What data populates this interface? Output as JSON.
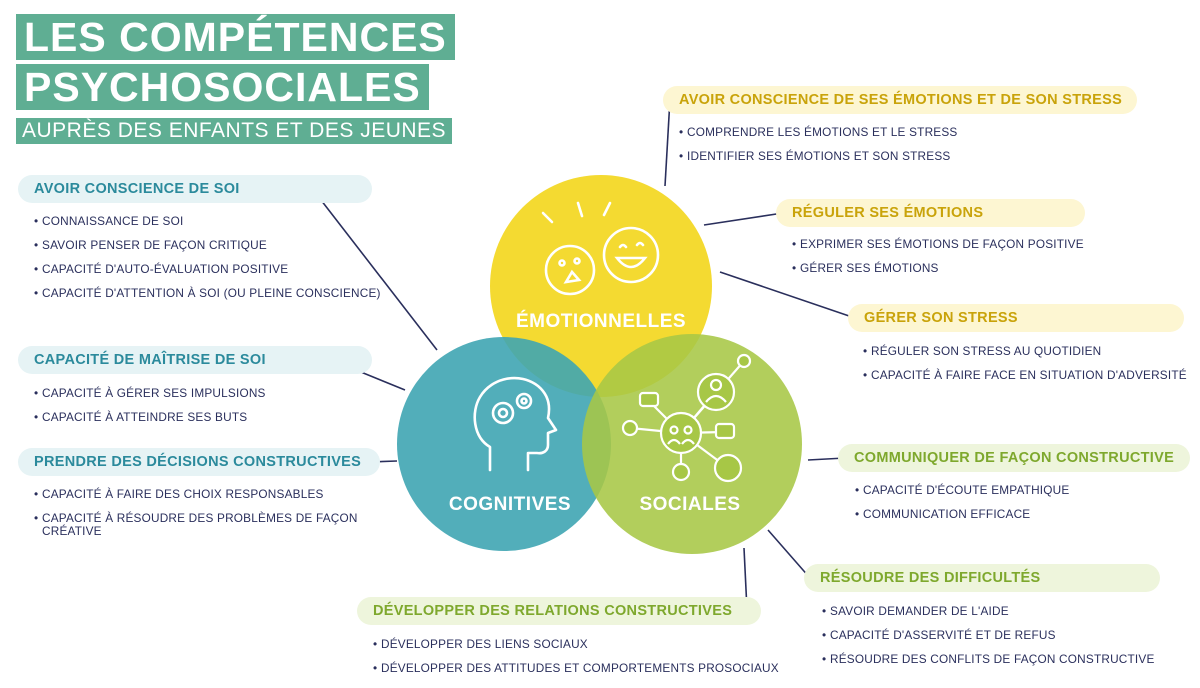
{
  "title": {
    "line1": "LES COMPÉTENCES",
    "line2": "PSYCHOSOCIALES",
    "subtitle": "AUPRÈS DES ENFANTS ET DES JEUNES"
  },
  "circles": {
    "emotional": "ÉMOTIONNELLES",
    "cognitive": "COGNITIVES",
    "social": "SOCIALES"
  },
  "colors": {
    "title_bg": "#5fae93",
    "emotional": "#f3d71f",
    "cognitive": "#3fa5b2",
    "social": "#a7c746",
    "navy_text": "#2a2f5c"
  },
  "groups": {
    "soi": {
      "title": "AVOIR CONSCIENCE DE SOI",
      "items": [
        "CONNAISSANCE DE SOI",
        "SAVOIR PENSER DE FAÇON CRITIQUE",
        "CAPACITÉ D'AUTO-ÉVALUATION POSITIVE",
        "CAPACITÉ D'ATTENTION À SOI (OU PLEINE CONSCIENCE)"
      ]
    },
    "maitrise": {
      "title": "CAPACITÉ DE MAÎTRISE DE SOI",
      "items": [
        "CAPACITÉ À GÉRER SES IMPULSIONS",
        "CAPACITÉ À ATTEINDRE SES BUTS"
      ]
    },
    "decisions": {
      "title": "PRENDRE DES DÉCISIONS CONSTRUCTIVES",
      "items": [
        "CAPACITÉ À FAIRE DES CHOIX RESPONSABLES",
        "CAPACITÉ À RÉSOUDRE DES PROBLÈMES DE FAÇON CRÉATIVE"
      ]
    },
    "emotions_conscience": {
      "title": "AVOIR CONSCIENCE DE SES ÉMOTIONS ET DE SON STRESS",
      "items": [
        "COMPRENDRE LES ÉMOTIONS ET LE STRESS",
        "IDENTIFIER SES ÉMOTIONS ET SON STRESS"
      ]
    },
    "reguler": {
      "title": "RÉGULER SES ÉMOTIONS",
      "items": [
        "EXPRIMER SES ÉMOTIONS DE FAÇON POSITIVE",
        "GÉRER SES ÉMOTIONS"
      ]
    },
    "stress": {
      "title": "GÉRER SON STRESS",
      "items": [
        "RÉGULER SON STRESS AU QUOTIDIEN",
        "CAPACITÉ À FAIRE FACE EN SITUATION D'ADVERSITÉ"
      ]
    },
    "communiquer": {
      "title": "COMMUNIQUER DE FAÇON CONSTRUCTIVE",
      "items": [
        "CAPACITÉ D'ÉCOUTE EMPATHIQUE",
        "COMMUNICATION EFFICACE"
      ]
    },
    "difficultes": {
      "title": "RÉSOUDRE DES DIFFICULTÉS",
      "items": [
        "SAVOIR DEMANDER DE L'AIDE",
        "CAPACITÉ D'ASSERVITÉ ET DE REFUS",
        "RÉSOUDRE DES CONFLITS DE FAÇON CONSTRUCTIVE"
      ]
    },
    "relations": {
      "title": "DÉVELOPPER DES RELATIONS CONSTRUCTIVES",
      "items": [
        "DÉVELOPPER DES LIENS SOCIAUX",
        "DÉVELOPPER DES ATTITUDES ET COMPORTEMENTS PROSOCIAUX"
      ]
    }
  }
}
